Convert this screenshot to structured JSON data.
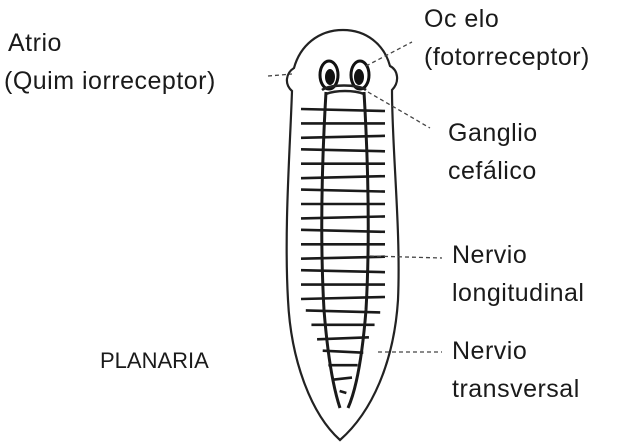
{
  "diagram": {
    "title": "PLANARIA",
    "labels": {
      "atrio_line1": "Atrio",
      "atrio_line2": "(Quim iorreceptor)",
      "ocelo_line1": "Oc elo",
      "ocelo_line2": "(fotorreceptor)",
      "ganglio_line1": "Ganglio",
      "ganglio_line2": "cefálico",
      "nervio_long_line1": "Nervio",
      "nervio_long_line2": "longitudinal",
      "nervio_trans_line1": "Nervio",
      "nervio_trans_line2": "transversal"
    },
    "transverse_nerve_count": 22
  }
}
